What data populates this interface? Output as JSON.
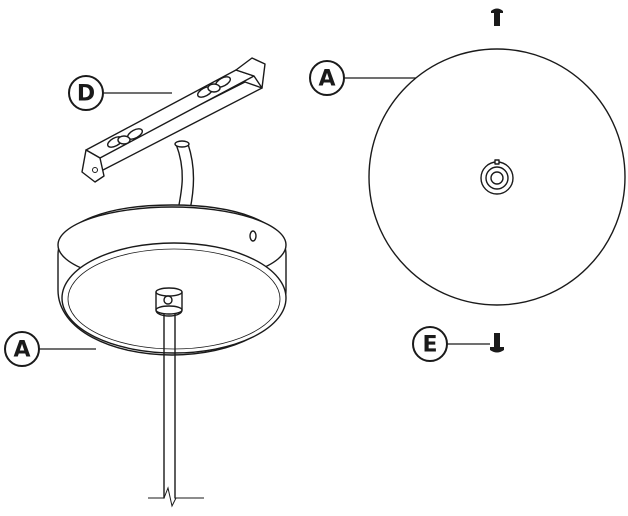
{
  "callouts": {
    "side_view_canopy": "A",
    "mounting_bracket": "D",
    "top_view_canopy": "A",
    "screw": "E"
  },
  "colors": {
    "line": "#1a1a1a",
    "background": "#ffffff"
  }
}
